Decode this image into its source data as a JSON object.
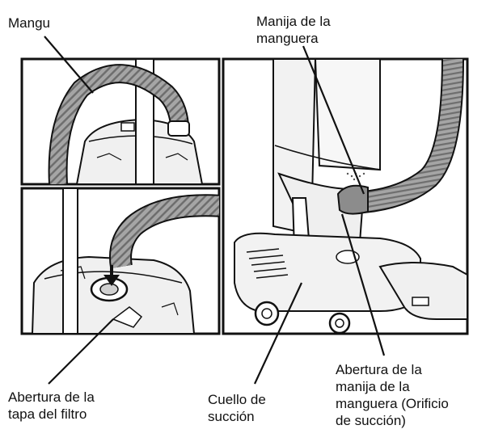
{
  "labels": {
    "hose": {
      "lines": [
        "Mangu"
      ]
    },
    "hose_handle": {
      "lines": [
        "Manija de la",
        "manguera"
      ]
    },
    "filter_lid_opening": {
      "lines": [
        "Abertura de la",
        "tapa del filtro"
      ]
    },
    "suction_neck": {
      "lines": [
        "Cuello de",
        "succión"
      ]
    },
    "hose_handle_opening": {
      "lines": [
        "Abertura de la",
        "manija de la",
        "manguera (Orificio",
        "de succión)"
      ]
    }
  },
  "colors": {
    "hose": "#9a9a9a",
    "hose_ridge": "#6a6a6a",
    "body_fill": "#f2f2f2",
    "outline": "#111111",
    "accent_grey": "#8c8c8c"
  }
}
